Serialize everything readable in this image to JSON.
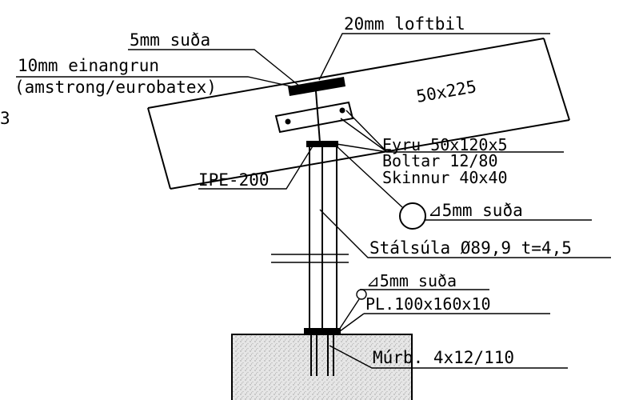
{
  "labels": {
    "air_gap": "20mm loftbil",
    "weld_top": "5mm suða",
    "insulation_1": "10mm einangrun",
    "insulation_2": "(amstrong/eurobatex)",
    "beam_size": "50x225",
    "section_mark": "3",
    "plate_1": "Eyru 50x120x5",
    "plate_2": "Boltar 12/80",
    "plate_3": "Skinnur 40x40",
    "ipe": "IPE-200",
    "weld_mid": "⊿5mm suða",
    "column": "Stálsúla Ø89,9 t=4,5",
    "weld_bottom": "⊿5mm suða",
    "base_plate": "PL.100x160x10",
    "anchor": "Múrb. 4x12/110"
  }
}
